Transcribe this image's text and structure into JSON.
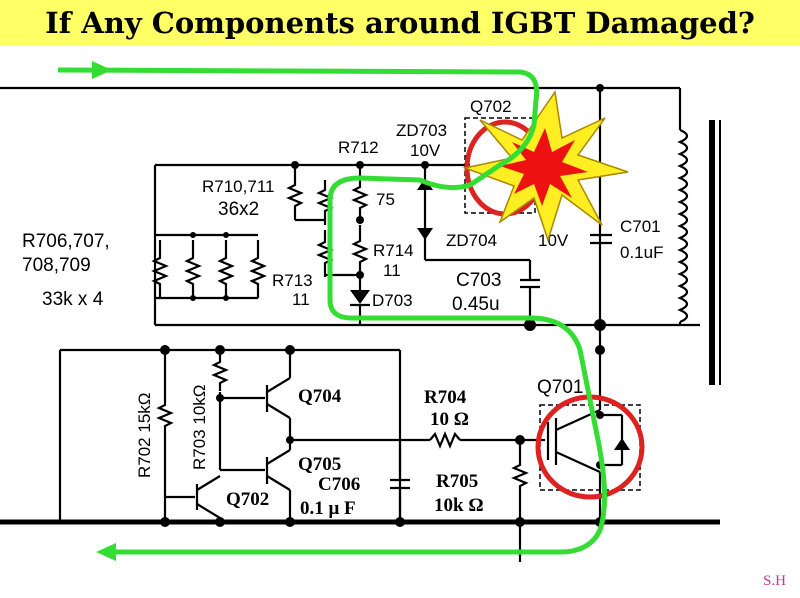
{
  "title": "If Any Components around IGBT Damaged?",
  "signature": "S.H",
  "labels": {
    "r706": "R706,707,",
    "r708": "708,709",
    "r706_val": "33k x 4",
    "r710": "R710,711",
    "r710_val": "36x2",
    "r712": "R712",
    "r712_val": "75",
    "r713": "R713",
    "r713_val": "11",
    "r714": "R714",
    "r714_val": "11",
    "d703": "D703",
    "zd703": "ZD703",
    "zd703_val": "10V",
    "zd704": "ZD704",
    "zd704_val": "10V",
    "q702_top": "Q702",
    "c701": "C701",
    "c701_val": "0.1uF",
    "c703": "C703",
    "c703_val": "0.45u",
    "r702": "R702  15kΩ",
    "r703": "R703  10kΩ",
    "q704": "Q704",
    "q705": "Q705",
    "q702_bottom": "Q702",
    "c706": "C706",
    "c706_val": "0.1 μ F",
    "r704": "R704",
    "r704_val": "10 Ω",
    "r705": "R705",
    "r705_val": "10k Ω",
    "q701": "Q701"
  },
  "colors": {
    "title_bg": "#ffff66",
    "current_path": "#33dd33",
    "damage_circle": "#dd2222",
    "burst_outer": "#ffee22",
    "burst_inner": "#ee1111"
  },
  "icons": {
    "burst": "explosion-burst-icon",
    "arrow": "current-flow-arrow-icon"
  }
}
